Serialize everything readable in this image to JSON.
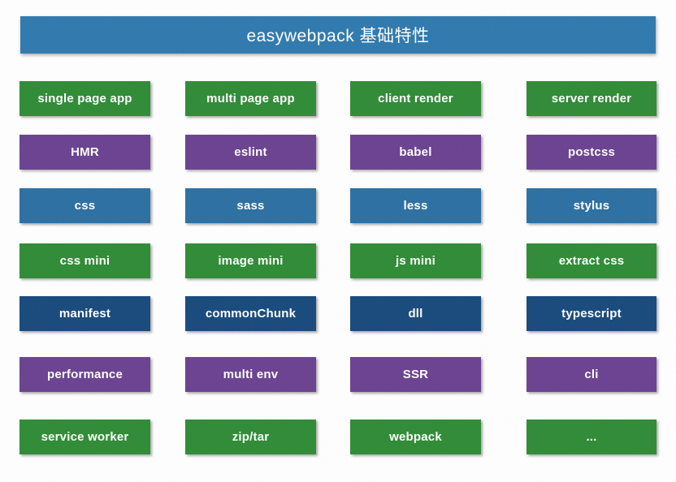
{
  "header": {
    "title": "easywebpack 基础特性"
  },
  "colors": {
    "header_blue": "#2e79ae",
    "green": "#2e8b35",
    "purple": "#6a4190",
    "blue": "#2b6fa2",
    "navy": "#17497c",
    "text": "#ffffff",
    "background": "#ffffff"
  },
  "rows": [
    {
      "color": "green",
      "items": [
        "single page app",
        "multi page app",
        "client render",
        "server render"
      ]
    },
    {
      "color": "purple",
      "items": [
        "HMR",
        "eslint",
        "babel",
        "postcss"
      ]
    },
    {
      "color": "blue",
      "items": [
        "css",
        "sass",
        "less",
        "stylus"
      ]
    },
    {
      "color": "green",
      "items": [
        "css mini",
        "image mini",
        "js mini",
        "extract css"
      ]
    },
    {
      "color": "navy",
      "items": [
        "manifest",
        "commonChunk",
        "dll",
        "typescript"
      ]
    },
    {
      "color": "purple",
      "items": [
        "performance",
        "multi env",
        "SSR",
        "cli"
      ]
    },
    {
      "color": "green",
      "items": [
        "service worker",
        "zip/tar",
        "webpack",
        "..."
      ]
    }
  ]
}
